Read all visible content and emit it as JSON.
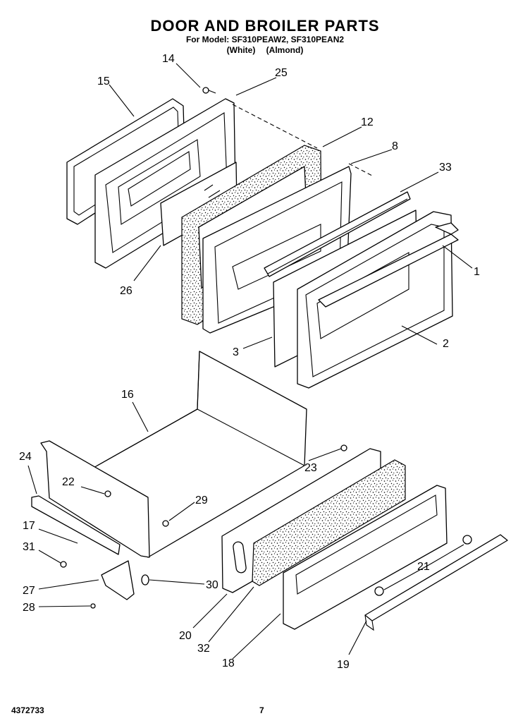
{
  "header": {
    "title": "DOOR AND BROILER PARTS",
    "subtitle": "For Model: SF310PEAW2, SF310PEAN2",
    "color_white": "(White)",
    "color_almond": "(Almond)"
  },
  "footer": {
    "doc_number": "4372733",
    "page_number": "7"
  },
  "callouts": {
    "c1": "1",
    "c2": "2",
    "c3": "3",
    "c8": "8",
    "c12": "12",
    "c14": "14",
    "c15": "15",
    "c16": "16",
    "c17": "17",
    "c18": "18",
    "c19": "19",
    "c20": "20",
    "c21": "21",
    "c22": "22",
    "c23": "23",
    "c24": "24",
    "c25": "25",
    "c26": "26",
    "c27": "27",
    "c28": "28",
    "c29": "29",
    "c30": "30",
    "c31": "31",
    "c32": "32",
    "c33": "33"
  }
}
